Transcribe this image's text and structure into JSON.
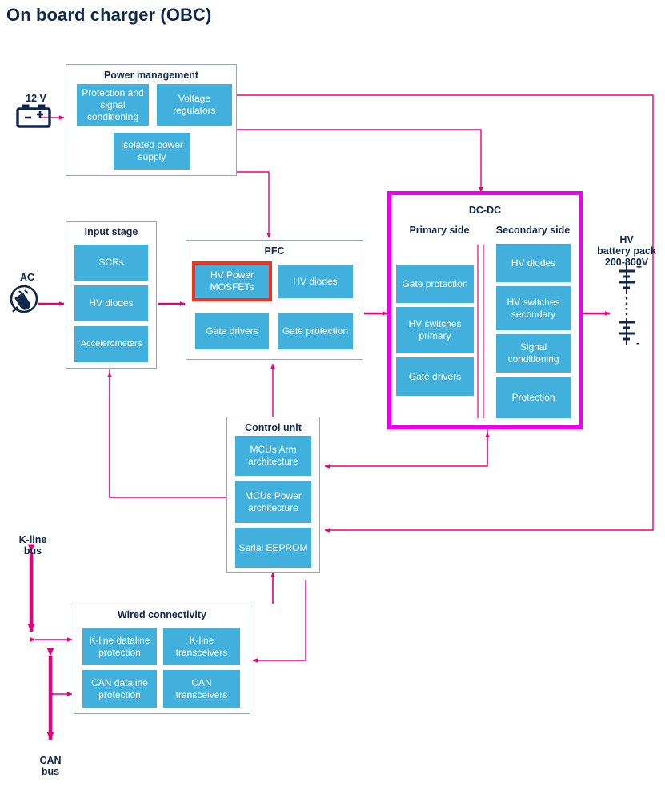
{
  "page": {
    "title": "On board charger (OBC)"
  },
  "colors": {
    "block_blue": "#41b0dd",
    "group_border": "#9aa4b0",
    "wire_pink": "#e6007e",
    "highlight_magenta": "#ee00ee",
    "highlight_red": "#f4321f",
    "title_navy": "#10284b"
  },
  "sources": {
    "battery_12v": {
      "label": "12 V",
      "icon": "car-battery-icon"
    },
    "ac": {
      "label": "AC",
      "icon": "ac-plug-icon"
    },
    "hv_battery": {
      "label_line1": "HV",
      "label_line2": "battery pack",
      "label_line3": "200-800V",
      "icon": "battery-stack-icon",
      "plus": "+",
      "minus": "-"
    },
    "kline_bus": {
      "label_line1": "K-line",
      "label_line2": "bus"
    },
    "can_bus": {
      "label_line1": "CAN",
      "label_line2": "bus"
    }
  },
  "groups": {
    "power_management": {
      "title": "Power management",
      "blocks": [
        {
          "label": "Protection and signal conditioning"
        },
        {
          "label": "Voltage regulators"
        },
        {
          "label": "Isolated power supply"
        }
      ]
    },
    "input_stage": {
      "title": "Input stage",
      "blocks": [
        {
          "label": "SCRs"
        },
        {
          "label": "HV diodes"
        },
        {
          "label": "Accelerometers"
        }
      ]
    },
    "pfc": {
      "title": "PFC",
      "blocks": [
        {
          "label": "HV Power MOSFETs",
          "highlighted": true
        },
        {
          "label": "HV diodes"
        },
        {
          "label": "Gate drivers"
        },
        {
          "label": "Gate protection"
        }
      ]
    },
    "dcdc": {
      "title": "DC-DC",
      "highlighted": true,
      "primary_title": "Primary side",
      "secondary_title": "Secondary side",
      "primary_blocks": [
        {
          "label": "Gate protection"
        },
        {
          "label": "HV switches primary"
        },
        {
          "label": "Gate drivers"
        }
      ],
      "secondary_blocks": [
        {
          "label": "HV diodes"
        },
        {
          "label": "HV switches secondary"
        },
        {
          "label": "Signal conditioning"
        },
        {
          "label": "Protection"
        }
      ]
    },
    "control_unit": {
      "title": "Control unit",
      "blocks": [
        {
          "label": "MCUs Arm architecture"
        },
        {
          "label": "MCUs Power architecture"
        },
        {
          "label": "Serial EEPROM"
        }
      ]
    },
    "wired_connectivity": {
      "title": "Wired connectivity",
      "blocks": [
        {
          "label": "K-line dataline protection"
        },
        {
          "label": "K-line transceivers"
        },
        {
          "label": "CAN dataline protection"
        },
        {
          "label": "CAN transceivers"
        }
      ]
    }
  }
}
